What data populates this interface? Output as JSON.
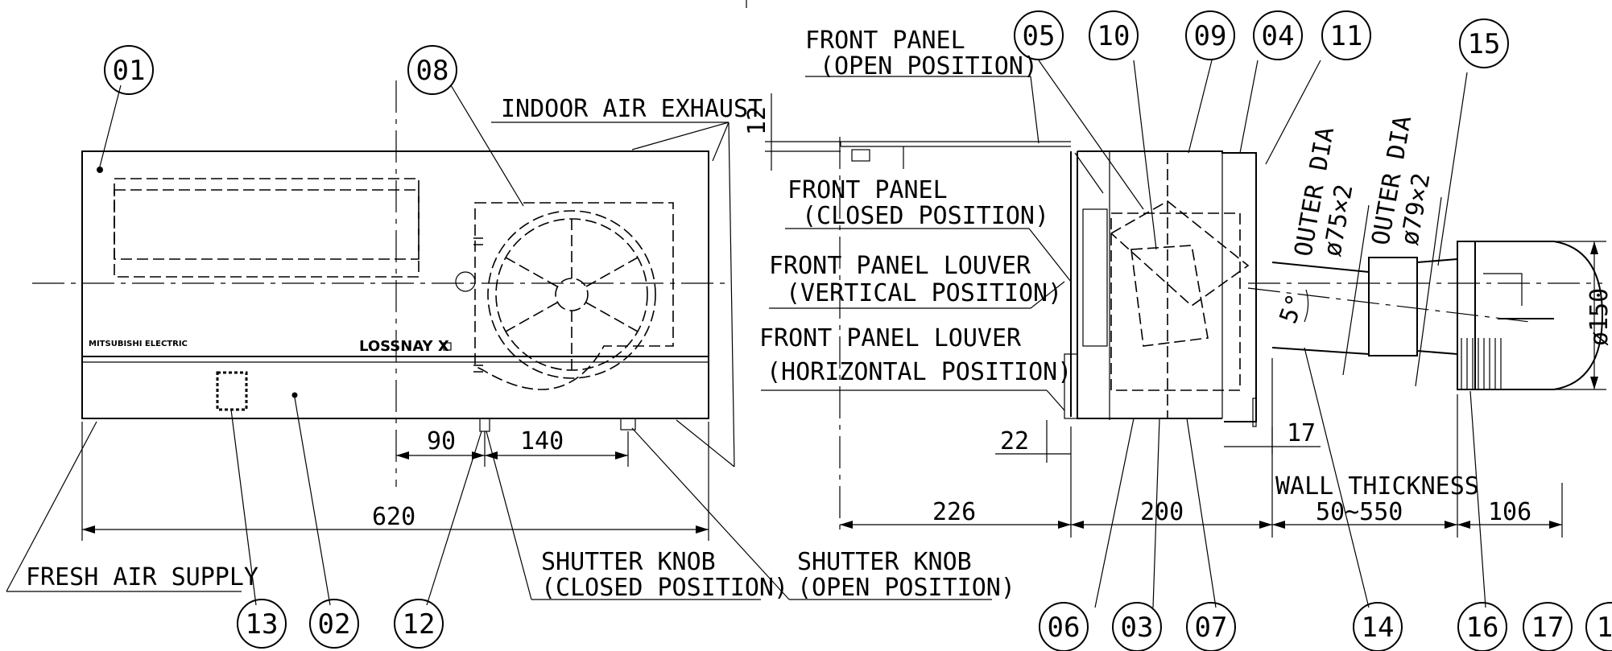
{
  "balloons": {
    "b01": "01",
    "b08": "08",
    "b05": "05",
    "b10": "10",
    "b09": "09",
    "b04": "04",
    "b11": "11",
    "b15": "15",
    "b13": "13",
    "b02": "02",
    "b12": "12",
    "b06": "06",
    "b03": "03",
    "b07": "07",
    "b14": "14",
    "b16": "16",
    "b17": "17",
    "b18": "1"
  },
  "labels": {
    "indoor_air_exhaust": "INDOOR AIR EXHAUST",
    "front_panel_open_1": "FRONT PANEL",
    "front_panel_open_2": "(OPEN POSITION)",
    "front_panel_closed_1": "FRONT PANEL",
    "front_panel_closed_2": "(CLOSED POSITION)",
    "louver_vertical_1": "FRONT PANEL LOUVER",
    "louver_vertical_2": "(VERTICAL POSITION)",
    "louver_horizontal_1": "FRONT PANEL LOUVER",
    "louver_horizontal_2": "(HORIZONTAL POSITION)",
    "fresh_air_supply": "FRESH AIR SUPPLY",
    "shutter_closed_1": "SHUTTER KNOB",
    "shutter_closed_2": "(CLOSED POSITION)",
    "shutter_open_1": "SHUTTER KNOB",
    "shutter_open_2": "(OPEN POSITION)",
    "wall_thickness_1": "WALL THICKNESS",
    "wall_thickness_2": "50~550",
    "outer_dia_75_1": "OUTER DIA",
    "outer_dia_75_2": "ø75×2",
    "outer_dia_79_1": "OUTER DIA",
    "outer_dia_79_2": "ø79×2",
    "brand_left": "MITSUBISHI ELECTRIC",
    "brand_right": "LOSSNAY X"
  },
  "dimensions": {
    "d12": "12",
    "d90": "90",
    "d140": "140",
    "d620": "620",
    "d22": "22",
    "d17": "17",
    "d226": "226",
    "d200": "200",
    "d106": "106",
    "d150": "ø150",
    "d5deg": "5°"
  }
}
